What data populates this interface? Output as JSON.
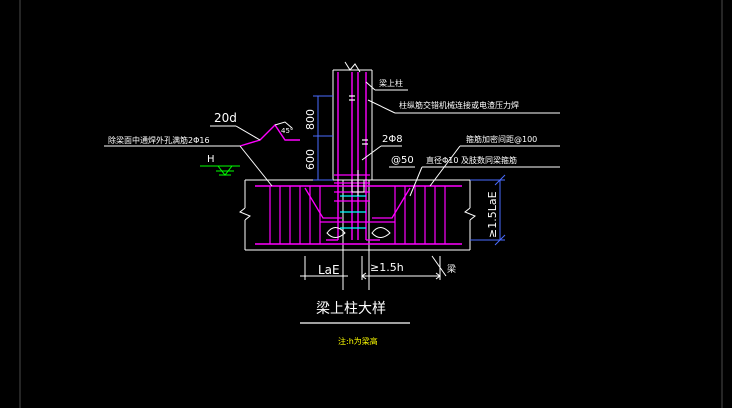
{
  "labels": {
    "column_on_beam": "梁上柱",
    "rebar_connection_note": "柱纵筋交错机械连接或电渣压力焊",
    "dim_800": "800",
    "dim_600": "600",
    "bar_2phi8": "2Φ8",
    "spacing_50": "@50",
    "stirrup_dense": "箍筋加密间距@100",
    "stirrup_diameter": "直径Φ10 及肢数同梁箍筋",
    "hook_20d": "20d",
    "hook_angle": "45°",
    "left_note": "除梁面中通焊外孔满筋2Φ16",
    "level_h": "H",
    "dim_15LaE": "≥1.5LaE",
    "dim_LaE": "LaE",
    "dim_15h": "≥1.5h",
    "beam": "梁",
    "title": "梁上柱大样",
    "note": "注:h为梁高"
  },
  "colors": {
    "background": "#000000",
    "white": "#ffffff",
    "magenta": "#ff00ff",
    "cyan": "#00ffff",
    "blue": "#4a6cff",
    "green": "#00ff00",
    "yellow": "#ffff00",
    "grid": "#3a3a3a"
  }
}
